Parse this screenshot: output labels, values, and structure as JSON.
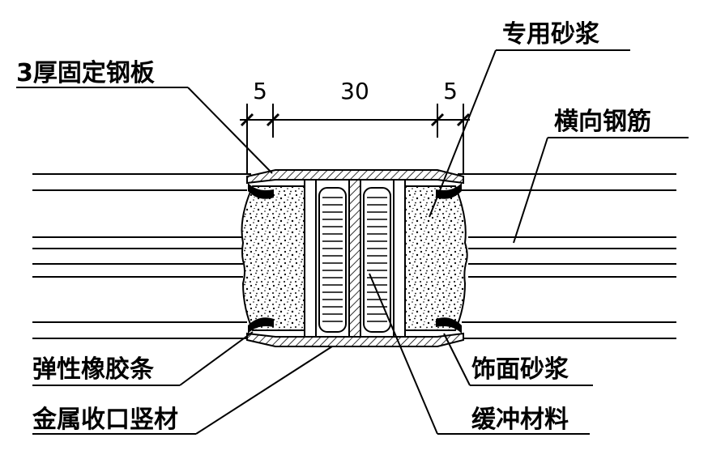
{
  "labels": {
    "fixed_steel_plate": "3厚固定钢板",
    "special_mortar": "专用砂浆",
    "horizontal_rebar": "横向钢筋",
    "elastic_rubber_strip": "弹性橡胶条",
    "metal_closing_vertical": "金属收口竖材",
    "finish_mortar": "饰面砂浆",
    "buffer_material": "缓冲材料"
  },
  "dimensions": {
    "left": "5",
    "middle": "30",
    "right": "5"
  }
}
